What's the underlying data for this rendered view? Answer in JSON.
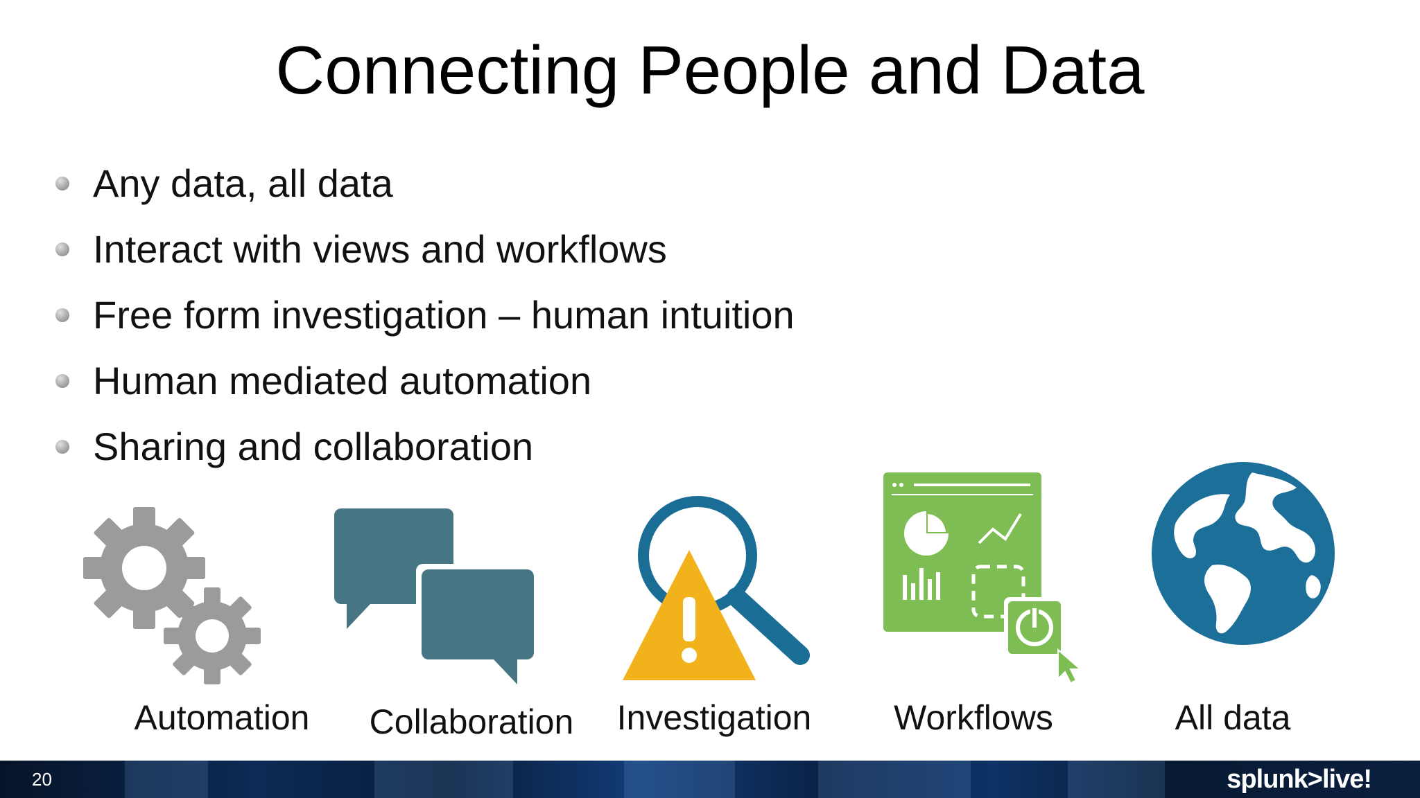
{
  "slide": {
    "title": "Connecting People and Data",
    "bullets": [
      "Any data, all data",
      "Interact with views and workflows",
      "Free form investigation – human intuition",
      "Human mediated automation",
      "Sharing and collaboration"
    ],
    "icons": [
      {
        "label": "Automation",
        "icon": "gears-icon",
        "color": "#9a9a9a"
      },
      {
        "label": "Collaboration",
        "icon": "speech-bubbles-icon",
        "color": "#467583"
      },
      {
        "label": "Investigation",
        "icon": "magnifier-warning-icon",
        "color": "#1a6e96"
      },
      {
        "label": "Workflows",
        "icon": "dashboard-workflow-icon",
        "color": "#7dbd53"
      },
      {
        "label": "All data",
        "icon": "globe-icon",
        "color": "#1c6f99"
      }
    ]
  },
  "footer": {
    "page_number": "20",
    "brand": "splunk>live!"
  }
}
